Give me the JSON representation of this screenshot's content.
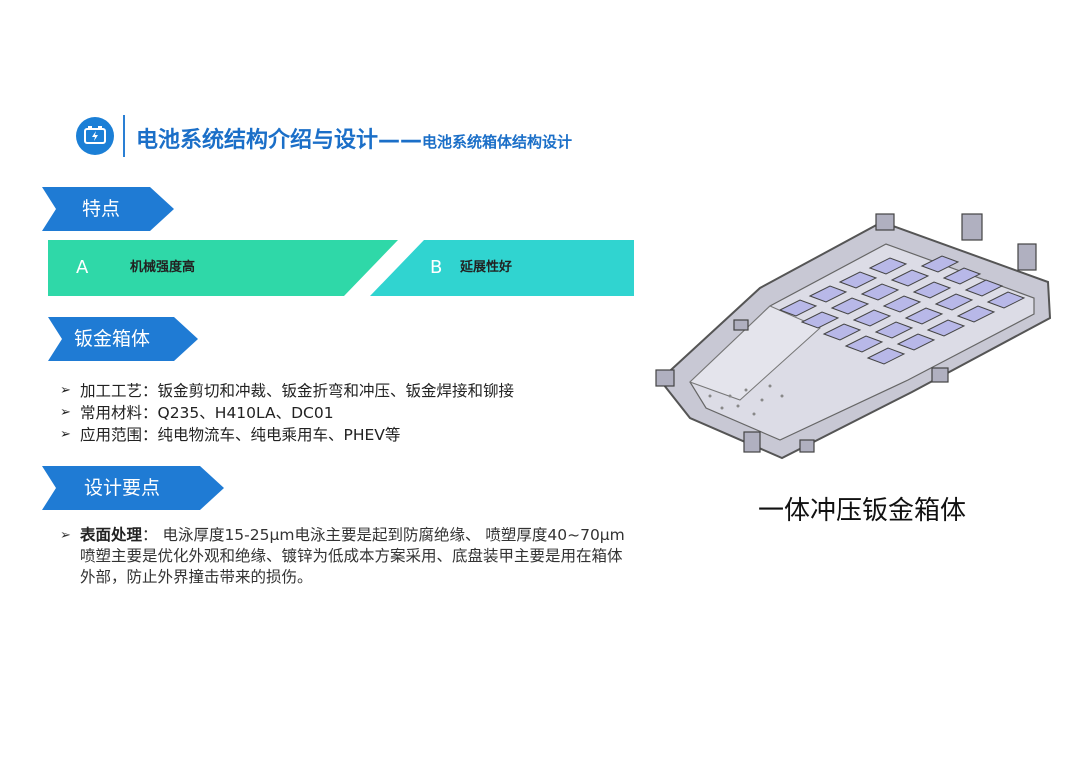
{
  "header": {
    "title_main": "电池系统结构介绍与设计——",
    "title_sub": "电池系统箱体结构设计"
  },
  "sections": {
    "features": "特点",
    "sheet_box": "钣金箱体",
    "design_points": "设计要点"
  },
  "features": [
    {
      "letter": "A",
      "text": "机械强度高",
      "color": "#2fd8a8"
    },
    {
      "letter": "B",
      "text": "延展性好",
      "color": "#30d4d0"
    }
  ],
  "sheet_list": [
    "加工工艺：钣金剪切和冲裁、钣金折弯和冲压、钣金焊接和铆接",
    "常用材料：Q235、H410LA、DC01",
    "应用范围：纯电物流车、纯电乘用车、PHEV等"
  ],
  "design": {
    "key": "表面处理",
    "text": "：  电泳厚度15-25μm电泳主要是起到防腐绝缘、 喷塑厚度40~70μm 喷塑主要是优化外观和绝缘、镀锌为低成本方案采用、底盘装甲主要是用在箱体外部，防止外界撞击带来的损伤。"
  },
  "figure": {
    "caption": "一体冲压钣金箱体"
  },
  "colors": {
    "accent": "#1b7fd6",
    "section_tag": "#1f7bd4",
    "feature_a": "#2fd8a8",
    "feature_b": "#30d4d0"
  },
  "icons": {
    "logo": "battery-icon",
    "bullet": "chevron-right-icon"
  }
}
